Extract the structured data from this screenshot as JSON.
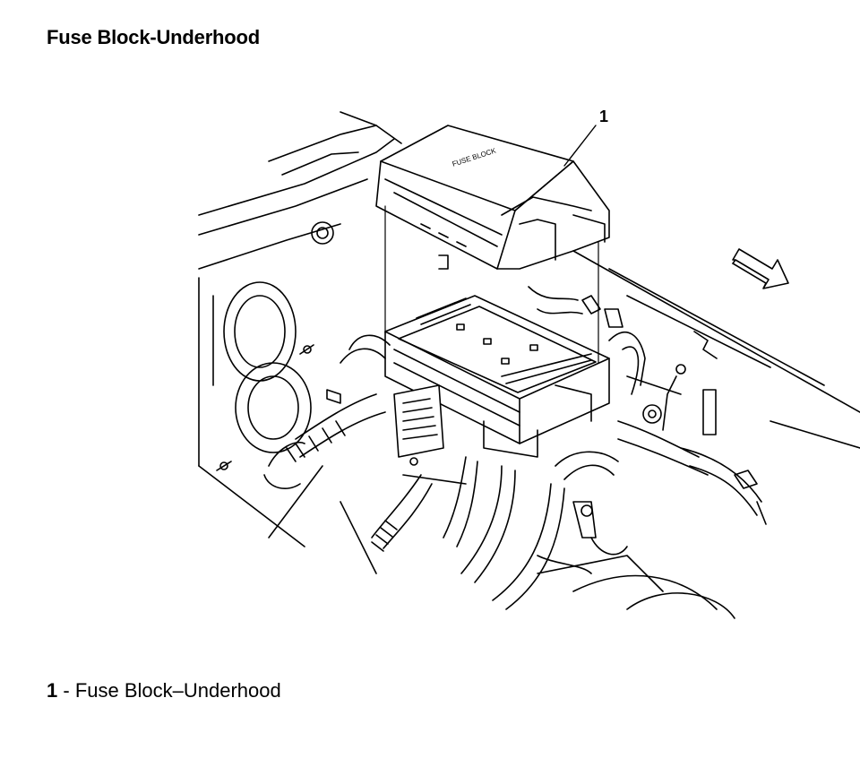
{
  "page": {
    "title": "Fuse Block-Underhood"
  },
  "callouts": [
    {
      "number": "1",
      "label": "Fuse Block–Underhood"
    }
  ],
  "legend": {
    "separator": " - "
  },
  "cover_text": "FUSE BLOCK",
  "icons": {
    "direction_arrow": "front-arrow-icon"
  }
}
